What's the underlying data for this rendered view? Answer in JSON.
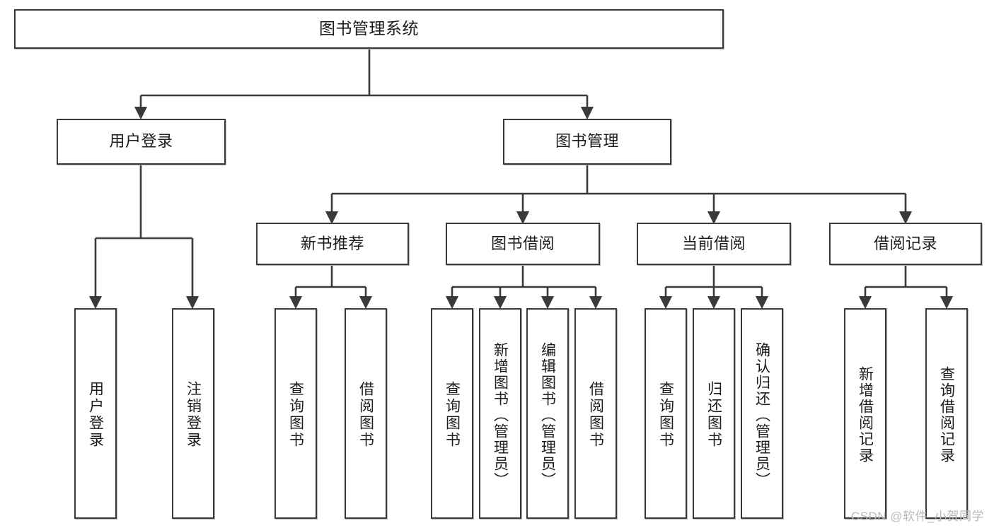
{
  "diagram": {
    "title": "图书管理系统",
    "type": "hierarchy-tree",
    "watermark": "CSDN @软件_小贺同学",
    "colors": {
      "stroke": "#3a3a3a",
      "fill": "#ffffff",
      "text": "#1c1c1c",
      "watermark": "#b9b9b9"
    },
    "nodes": {
      "root": {
        "label": "图书管理系统"
      },
      "level2": [
        {
          "id": "user-login",
          "label": "用户登录"
        },
        {
          "id": "book-manage",
          "label": "图书管理"
        }
      ],
      "level3": [
        {
          "id": "new-book-recommend",
          "label": "新书推荐"
        },
        {
          "id": "book-borrow",
          "label": "图书借阅"
        },
        {
          "id": "current-borrow",
          "label": "当前借阅"
        },
        {
          "id": "borrow-record",
          "label": "借阅记录"
        }
      ],
      "leaves": {
        "user-login": [
          {
            "id": "leaf-user-login",
            "label": "用户登录"
          },
          {
            "id": "leaf-user-logout",
            "label": "注销登录"
          }
        ],
        "new-book-recommend": [
          {
            "id": "leaf-query-book-1",
            "label": "查询图书"
          },
          {
            "id": "leaf-borrow-book-1",
            "label": "借阅图书"
          }
        ],
        "book-borrow": [
          {
            "id": "leaf-query-book-2",
            "label": "查询图书"
          },
          {
            "id": "leaf-add-book",
            "label": "新增图书（管理员）"
          },
          {
            "id": "leaf-edit-book",
            "label": "编辑图书（管理员）"
          },
          {
            "id": "leaf-borrow-book-2",
            "label": "借阅图书"
          }
        ],
        "current-borrow": [
          {
            "id": "leaf-query-book-3",
            "label": "查询图书"
          },
          {
            "id": "leaf-return-book",
            "label": "归还图书"
          },
          {
            "id": "leaf-confirm-return",
            "label": "确认归还（管理员）"
          }
        ],
        "borrow-record": [
          {
            "id": "leaf-add-record",
            "label": "新增借阅记录"
          },
          {
            "id": "leaf-query-record",
            "label": "查询借阅记录"
          }
        ]
      }
    }
  }
}
